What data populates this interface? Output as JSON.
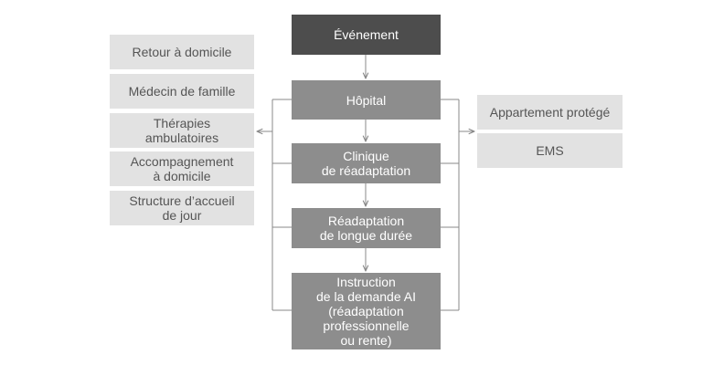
{
  "diagram": {
    "event": "Événement",
    "main_steps": [
      "Hôpital",
      "Clinique\nde réadaptation",
      "Réadaptation\nde longue durée",
      "Instruction\nde la demande AI\n(réadaptation\nprofessionnelle\nou rente)"
    ],
    "left_outcomes": [
      "Retour à domicile",
      "Médecin de famille",
      "Thérapies\nambulatoires",
      "Accompagnement\nà domicile",
      "Structure d’accueil\nde jour"
    ],
    "right_outcomes": [
      "Appartement protégé",
      "EMS"
    ]
  },
  "colors": {
    "event_box": "#4d4d4d",
    "main_box": "#8d8d8d",
    "side_box": "#e2e2e2",
    "side_text": "#555555",
    "connector": "#888888"
  }
}
